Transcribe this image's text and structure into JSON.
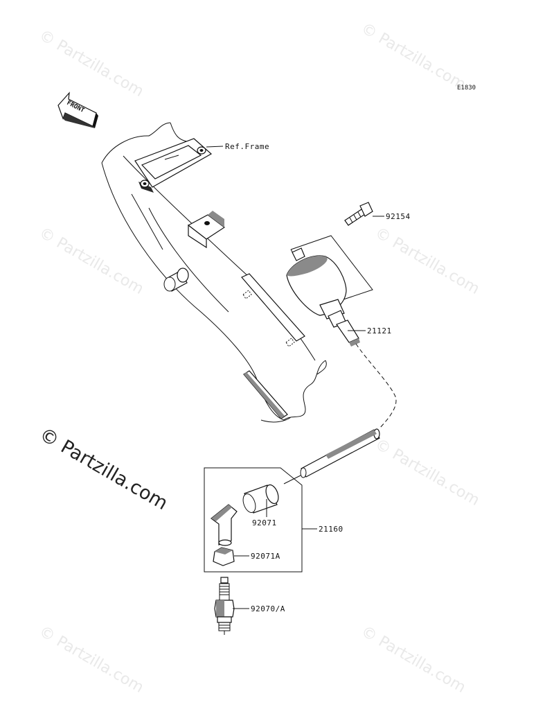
{
  "diagram_code": "E1830",
  "front_label": "FRONT",
  "watermark": "© Partzilla.com",
  "callouts": {
    "ref_frame": "Ref.Frame",
    "p92154": "92154",
    "p21121": "21121",
    "p92071": "92071",
    "p21160": "21160",
    "p92071a": "92071A",
    "p92070a": "92070/A"
  },
  "colors": {
    "line": "#111111",
    "watermark": "#e9e9e9"
  }
}
